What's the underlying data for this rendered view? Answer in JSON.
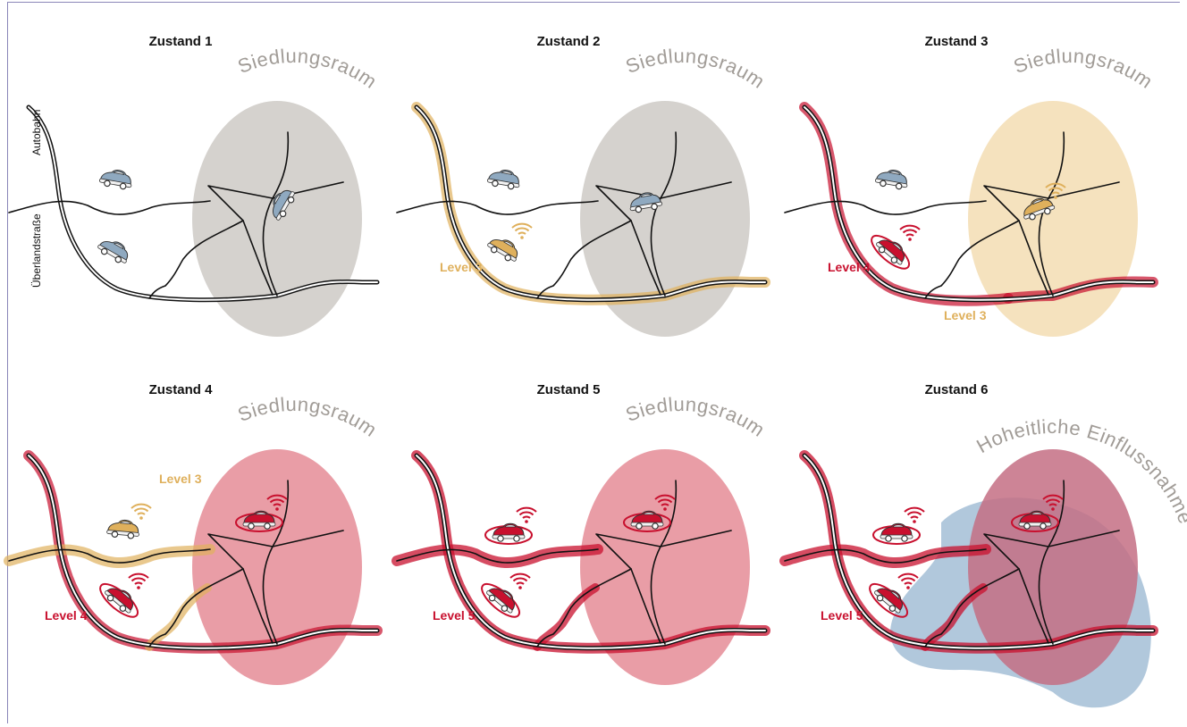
{
  "colors": {
    "settlement_gray": "#d5d2ce",
    "settlement_level3": "#f3ddb3",
    "settlement_level45": "#e58c96",
    "sovereign_blue": "#a9c2d8",
    "level3": "#dfb05c",
    "level45": "#c8102e",
    "road": "#111111",
    "car_plain": "#8fa9c0"
  },
  "road_labels": {
    "motorway": "Autobahn",
    "country_road": "Überlandstraße"
  },
  "panels": [
    {
      "title": "Zustand 1",
      "zone_label": "Siedlungsraum",
      "settlement_state": "none",
      "level_labels": []
    },
    {
      "title": "Zustand 2",
      "zone_label": "Siedlungsraum",
      "settlement_state": "none",
      "level_labels": [
        "Level 3"
      ]
    },
    {
      "title": "Zustand 3",
      "zone_label": "Siedlungsraum",
      "settlement_state": "level3",
      "level_labels": [
        "Level 4",
        "Level 3"
      ]
    },
    {
      "title": "Zustand 4",
      "zone_label": "Siedlungsraum",
      "settlement_state": "level4",
      "level_labels": [
        "Level 3",
        "Level 4"
      ]
    },
    {
      "title": "Zustand 5",
      "zone_label": "Siedlungsraum",
      "settlement_state": "level5",
      "level_labels": [
        "Level 5"
      ]
    },
    {
      "title": "Zustand 6",
      "zone_label": "Hoheitliche Einflussnahme",
      "settlement_state": "level5-sovereign",
      "level_labels": [
        "Level 5"
      ]
    }
  ]
}
